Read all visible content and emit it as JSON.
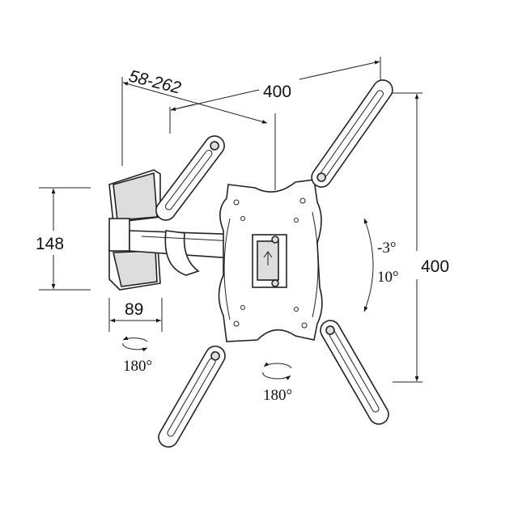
{
  "dimensions": {
    "arm_extension": "58-262",
    "horizontal_vesa": "400",
    "vertical_vesa": "400",
    "wall_plate_height": "148",
    "wall_plate_width": "89"
  },
  "angles": {
    "swivel_arm": "180°",
    "swivel_plate": "180°",
    "tilt_up": "-3°",
    "tilt_down": "10°"
  }
}
